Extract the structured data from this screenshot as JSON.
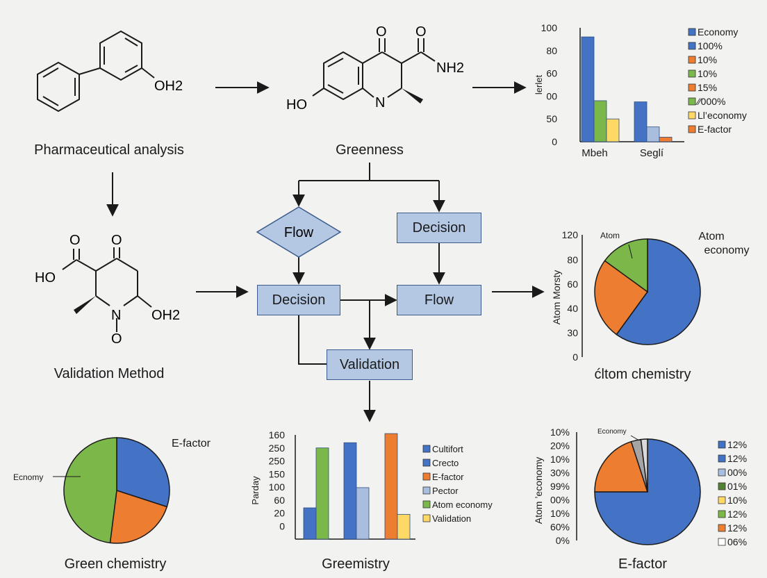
{
  "colors": {
    "blue": "#4472c4",
    "green": "#7cb74a",
    "orange": "#ed7d31",
    "lightblue": "#a9bede",
    "yellow": "#ffd966",
    "grey": "#a5a5a5",
    "box": "#b4c8e4",
    "stroke": "#1a1a1a"
  },
  "row1": {
    "caption_left": "Pharmaceutical analysis",
    "caption_mid": "Greenness",
    "mol1": {
      "oh": "OH2"
    },
    "mol2": {
      "o1": "O",
      "o2": "O",
      "nh2": "NH2",
      "ho": "HO",
      "n": "N"
    }
  },
  "row2": {
    "caption_left": "Validation Method",
    "mol3": {
      "o1": "O",
      "o2": "O",
      "ho": "HO",
      "oh": "OH2",
      "n": "N",
      "o3": "O"
    },
    "flow": {
      "flow_diamond": "Flow",
      "decision_top": "Decision",
      "decision_left": "Decision",
      "flow_right": "Flow",
      "validation": "Validation"
    }
  },
  "chart_data": [
    {
      "type": "bar",
      "ylabel": "lerlet",
      "yticks": [
        "100",
        "80",
        "60",
        "00",
        "50",
        "0"
      ],
      "categories": [
        "Mbeh",
        "Seglí"
      ],
      "series_values": [
        [
          92,
          36,
          20
        ],
        [
          35,
          13,
          4
        ]
      ],
      "series_colors": [
        [
          "#4472c4",
          "#7cb74a",
          "#ffd966"
        ],
        [
          "#4472c4",
          "#a9bede",
          "#ed7d31"
        ]
      ],
      "legend": [
        {
          "label": "Economy",
          "color": "#4472c4"
        },
        {
          "label": "100%",
          "color": "#4472c4"
        },
        {
          "label": "10%",
          "color": "#ed7d31"
        },
        {
          "label": "10%",
          "color": "#7cb74a"
        },
        {
          "label": "15%",
          "color": "#ed7d31"
        },
        {
          "label": "⁄⁄000%",
          "color": "#7cb74a"
        },
        {
          "label": "Ll’economy",
          "color": "#ffd966"
        },
        {
          "label": "E-factor",
          "color": "#ed7d31"
        }
      ]
    },
    {
      "type": "pie",
      "title": "Atom economy",
      "ylabel": "Atom Morsty",
      "xlabel": "ćltom chemistry",
      "yticks": [
        "120",
        "80",
        "60",
        "40",
        "30",
        "0"
      ],
      "annotation": "Atom",
      "slices": [
        {
          "value": 60,
          "color": "#4472c4"
        },
        {
          "value": 25,
          "color": "#ed7d31"
        },
        {
          "value": 15,
          "color": "#7cb74a"
        }
      ]
    },
    {
      "type": "pie",
      "title": "E-factor",
      "xlabel": "Green chemistry",
      "annotation": "Ecnomy",
      "slices": [
        {
          "value": 30,
          "color": "#4472c4"
        },
        {
          "value": 22,
          "color": "#ed7d31"
        },
        {
          "value": 48,
          "color": "#7cb74a"
        }
      ]
    },
    {
      "type": "bar",
      "ylabel": "Parday",
      "xlabel": "Greemistry",
      "yticks": [
        "160",
        "250",
        "250",
        "150",
        "100",
        "60",
        "20",
        "0"
      ],
      "tick_positions": [
        160,
        140,
        120,
        100,
        80,
        60,
        40,
        20
      ],
      "groups": [
        [
          {
            "value": 48,
            "color": "#4472c4"
          },
          {
            "value": 140,
            "color": "#7cb74a"
          }
        ],
        [
          {
            "value": 148,
            "color": "#4472c4"
          },
          {
            "value": 79,
            "color": "#a9bede"
          }
        ],
        [
          {
            "value": 162,
            "color": "#ed7d31"
          },
          {
            "value": 38,
            "color": "#ffd966"
          }
        ]
      ],
      "legend": [
        {
          "label": "Cultifort",
          "color": "#4472c4"
        },
        {
          "label": "Crecto",
          "color": "#4472c4"
        },
        {
          "label": "E-factor",
          "color": "#ed7d31"
        },
        {
          "label": "Pector",
          "color": "#a9bede"
        },
        {
          "label": "Atom economy",
          "color": "#7cb74a"
        },
        {
          "label": "Validation",
          "color": "#ffd966"
        }
      ]
    },
    {
      "type": "pie",
      "ylabel": "Atom ’economy",
      "xlabel": "E-factor",
      "yticks": [
        "10%",
        "20%",
        "10%",
        "30%",
        "99%",
        "00%",
        "10%",
        "60%",
        "0%"
      ],
      "annotation": "Economy",
      "slices": [
        {
          "value": 75,
          "color": "#4472c4"
        },
        {
          "value": 20,
          "color": "#ed7d31"
        },
        {
          "value": 3,
          "color": "#a5a5a5"
        },
        {
          "value": 2,
          "color": "#d9d9d9"
        }
      ],
      "legend": [
        {
          "label": "12%",
          "color": "#4472c4"
        },
        {
          "label": "12%",
          "color": "#4472c4"
        },
        {
          "label": "00%",
          "color": "#a9bede"
        },
        {
          "label": "01%",
          "color": "#548235"
        },
        {
          "label": "10%",
          "color": "#ffd966"
        },
        {
          "label": "12%",
          "color": "#7cb74a"
        },
        {
          "label": "12%",
          "color": "#ed7d31"
        },
        {
          "label": "06%",
          "color": "#ffffff"
        }
      ]
    }
  ]
}
